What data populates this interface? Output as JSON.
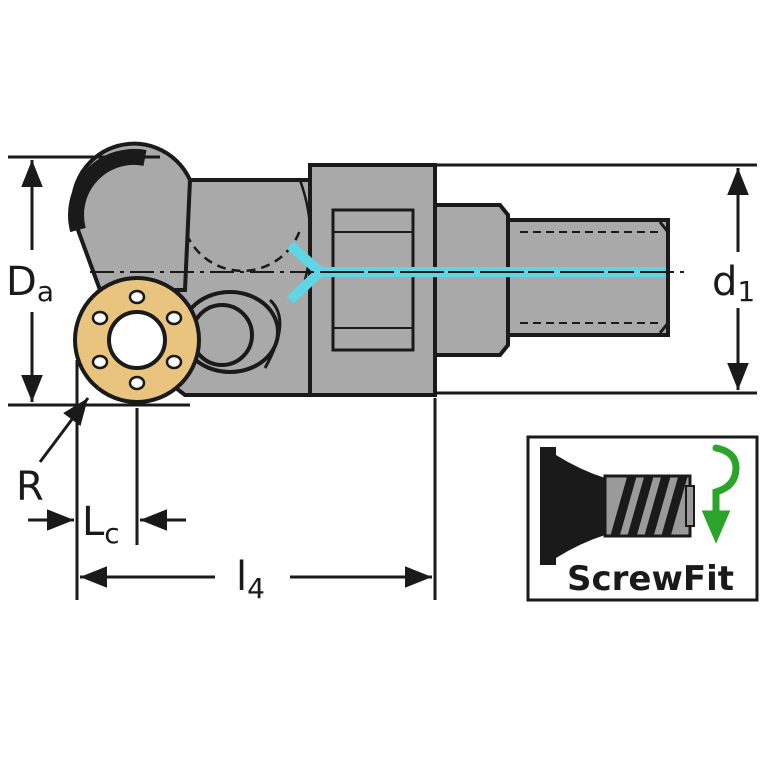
{
  "labels": {
    "Da": {
      "main": "D",
      "sub": "a"
    },
    "d1": {
      "main": "d",
      "sub": "1"
    },
    "R": {
      "main": "R"
    },
    "Lc": {
      "main": "L",
      "sub": "c"
    },
    "l4": {
      "main": "l",
      "sub": "4"
    }
  },
  "logo": {
    "text": "ScrewFit"
  },
  "colors": {
    "body": "#a9a9a9",
    "insert": "#e9c47e",
    "coolant": "#5fd5e6",
    "arrow": "#2aa52a",
    "line": "#1a1a1a"
  }
}
